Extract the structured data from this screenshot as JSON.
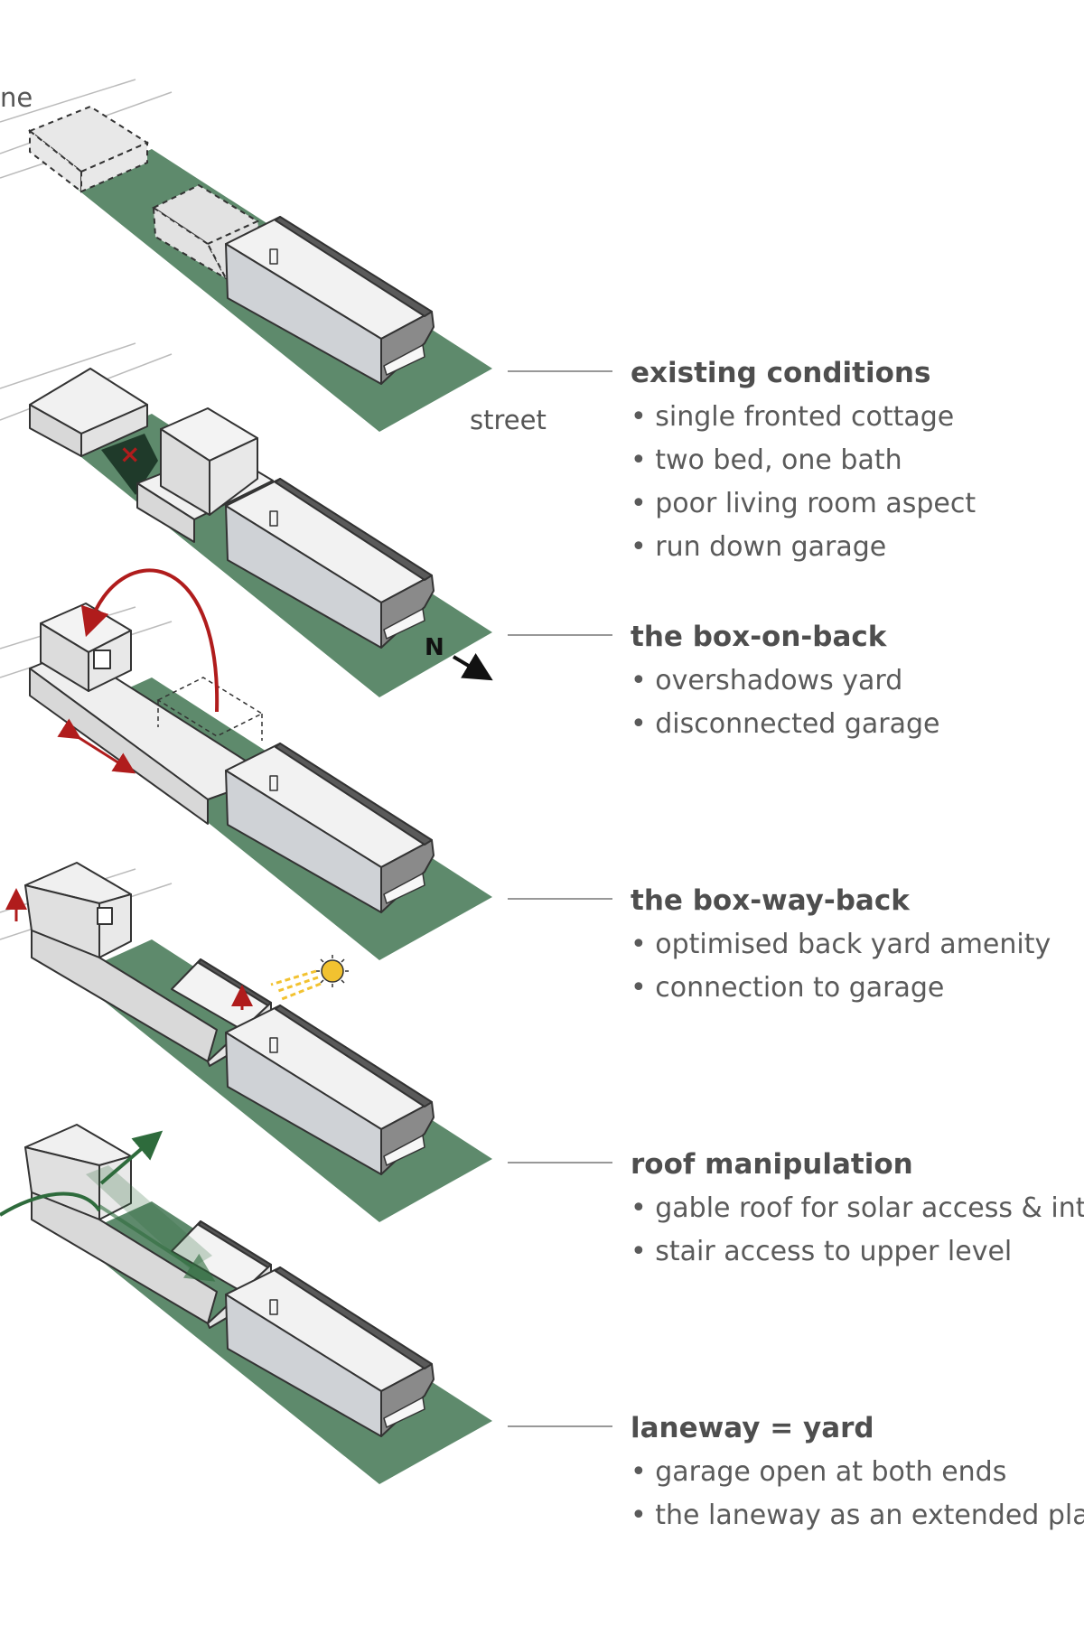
{
  "labels": {
    "lane": "ne",
    "street": "street",
    "north": "N"
  },
  "stages": [
    {
      "title": "existing conditions",
      "bullets": [
        "• single fronted cottage",
        "• two bed, one bath",
        "• poor living room aspect",
        "• run down garage"
      ]
    },
    {
      "title": "the box-on-back",
      "bullets": [
        "• overshadows yard",
        "• disconnected garage"
      ]
    },
    {
      "title": "the box-way-back",
      "bullets": [
        "• optimised back yard amenity",
        "• connection to garage"
      ]
    },
    {
      "title": "roof manipulation",
      "bullets": [
        "• gable roof for solar access & inte",
        "• stair access to upper level"
      ]
    },
    {
      "title": "laneway = yard",
      "bullets": [
        "• garage open at both ends",
        "• the laneway as an extended plays"
      ]
    }
  ],
  "colors": {
    "lot_green": "#5e8a6c",
    "accent_red": "#b01c1c",
    "sun_yellow": "#f2c230",
    "flow_green": "#2e6b3c",
    "block_light": "#eeeeee",
    "block_shade": "#d7d7d7",
    "roof_dark": "#6d6d6d"
  }
}
